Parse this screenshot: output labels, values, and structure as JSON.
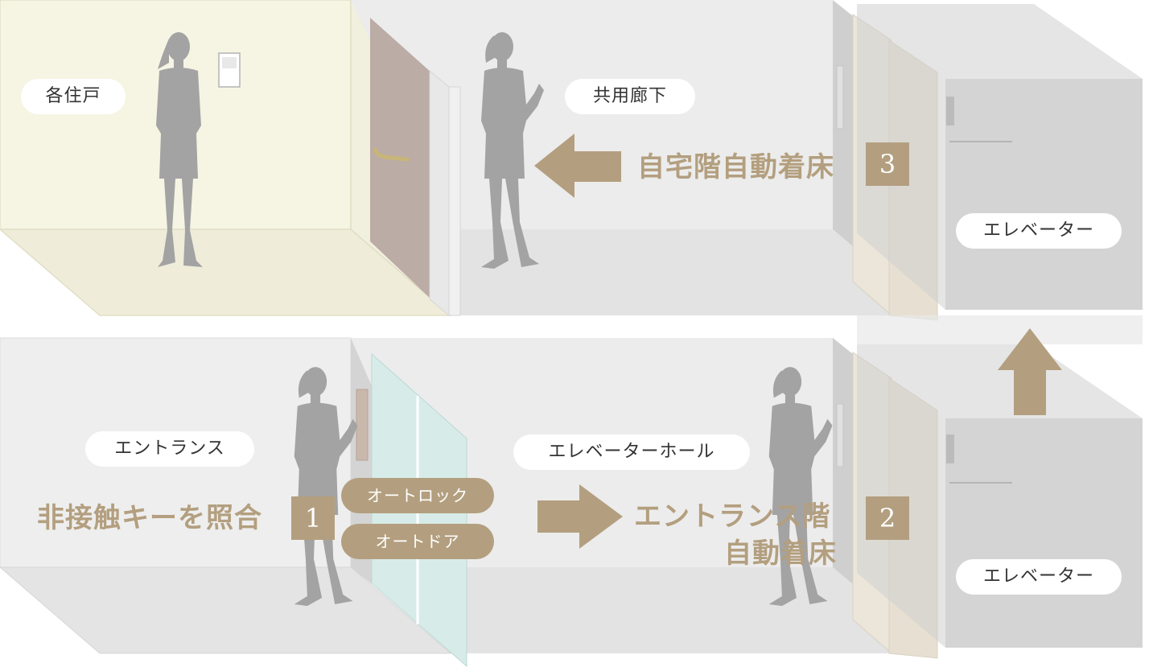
{
  "labels": {
    "unit": "各住戸",
    "corridor": "共用廊下",
    "entrance": "エントランス",
    "elevator_hall": "エレベーターホール",
    "elevator_upper": "エレベーター",
    "elevator_lower": "エレベーター"
  },
  "steps": {
    "s1": {
      "text": "非接触キーを照合",
      "number": "1",
      "badges": [
        "オートロック",
        "オートドア"
      ]
    },
    "s2": {
      "line1": "エントランス階",
      "line2": "自動着床",
      "number": "2"
    },
    "s3": {
      "text": "自宅階自動着床",
      "number": "3"
    }
  },
  "colors": {
    "accent": "#b39f7f",
    "unit_wall": "#f6f5e4",
    "wall": "#ececec",
    "floor": "#e2e2e2",
    "door": "#bcaca6",
    "glass": "#d7ece8",
    "silhouette": "#a3a3a3"
  }
}
